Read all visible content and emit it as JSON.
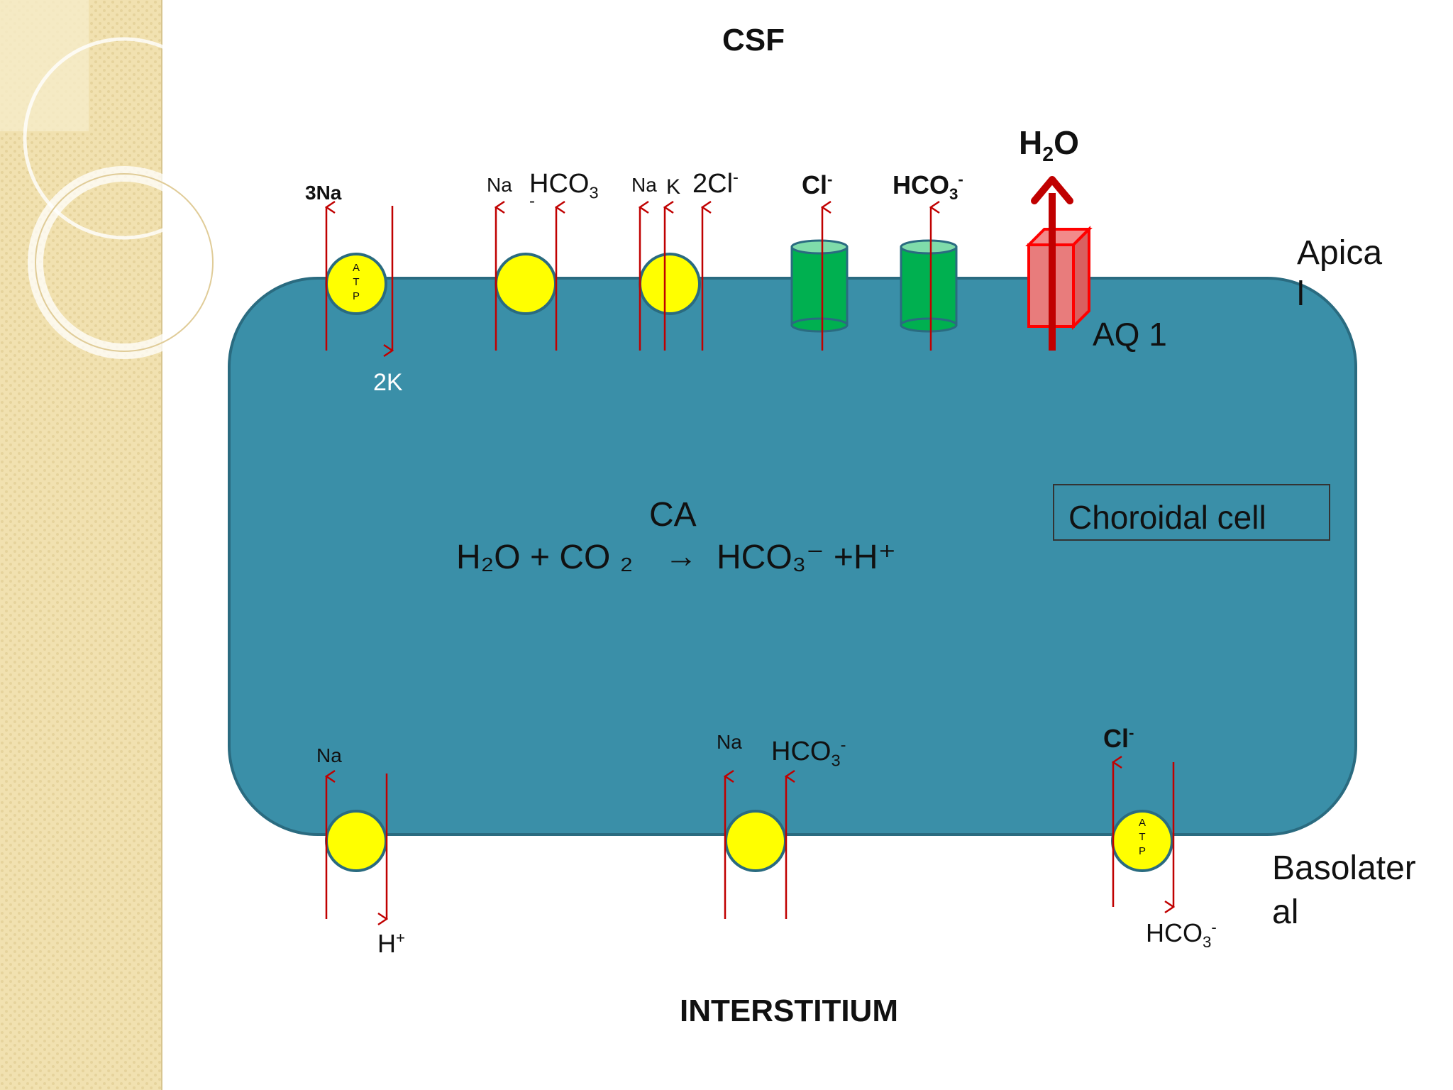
{
  "title_top": "CSF",
  "title_bottom": "INTERSTITIUM",
  "cell_label": "Choroidal cell",
  "region_apical": "Apica\nl",
  "region_basolateral": "Basolater\nal",
  "aquaporin_label": "AQ 1",
  "water_label": {
    "main": "H",
    "sub": "2",
    "tail": "O"
  },
  "atp_letters": [
    "A",
    "T",
    "P"
  ],
  "reaction": {
    "enzyme": "CA",
    "left": "H₂O + CO ₂",
    "arrow": "→",
    "right": "HCO₃⁻ +H⁺"
  },
  "apical_transporters": {
    "na_k_pump": {
      "out": "3Na",
      "in": "2K"
    },
    "na_hco3": {
      "ion1": "Na",
      "ion2": "HCO",
      "ion2_sub": "3",
      "ion2_charge": "-"
    },
    "nkcc": {
      "ion1": "Na",
      "ion2": "K",
      "ion3": "2Cl",
      "ion3_charge": "-"
    },
    "cl_channel": {
      "ion": "Cl",
      "charge": "-"
    },
    "hco3_channel": {
      "ion": "HCO",
      "sub": "3",
      "charge": "-"
    }
  },
  "basolateral_transporters": {
    "na_h": {
      "in": "Na",
      "out": "H",
      "out_charge": "+"
    },
    "na_hco3": {
      "ion1": "Na",
      "ion2": "HCO",
      "ion2_sub": "3",
      "ion2_charge": "-"
    },
    "cl_hco3_atp": {
      "in": "Cl",
      "in_charge": "-",
      "out": "HCO",
      "out_sub": "3",
      "out_charge": "-"
    }
  },
  "colors": {
    "cell": "#3a8fa8",
    "cell_border": "#2a6b80",
    "carrier": "#ffff00",
    "channel": "#00b050",
    "aquaporin": "#ff0000",
    "arrow": "#c00000",
    "sidebar": "#f1e1b0"
  }
}
